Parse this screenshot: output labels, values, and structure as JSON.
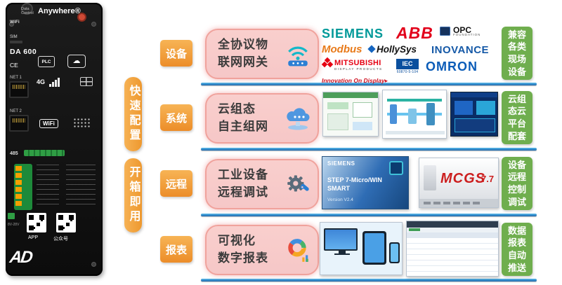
{
  "device": {
    "brand_top": "Data Control",
    "brand": "Anywhere®",
    "wifi_top": "WiFi",
    "sim": "SIM",
    "model": "DA 600",
    "ce": "CE",
    "plc": "PLC",
    "net1": "NET 1",
    "g4": "4G",
    "net2": "NET 2",
    "wifi_mid": "WiFi",
    "rs485": "485",
    "power": "8V-28V",
    "app": "APP",
    "wechat": "公众号",
    "logo": "AD"
  },
  "ribbon": {
    "top": "快速配置",
    "bottom": "开箱即用"
  },
  "rows": [
    {
      "category": "设备",
      "feature_line1": "全协议物",
      "feature_line2": "联网网关",
      "benefit": "兼容各类现场设备",
      "logos": {
        "siemens": "SIEMENS",
        "abb": "ABB",
        "opc": "OPC",
        "opc_sub": "FOUNDATION",
        "modbus": "Modbus",
        "hollysys": "HollySys",
        "inovance": "INOVANCE",
        "mitsubishi": "MITSUBISHI",
        "mitsubishi_sub": "DISPLAY PRODUCTS",
        "iec": "IEC",
        "iec_sub": "60870-5-104",
        "omron": "OMRON",
        "tagline": "Innovation On Display▸"
      }
    },
    {
      "category": "系统",
      "feature_line1": "云组态",
      "feature_line2": "自主组网",
      "benefit": "云组态云平台配套"
    },
    {
      "category": "远程",
      "feature_line1": "工业设备",
      "feature_line2": "远程调试",
      "benefit": "设备远程控制调试",
      "screens": {
        "step7_brand": "SIEMENS",
        "step7_title": "STEP 7-Micro/WIN SMART",
        "step7_version": "Version V2.4",
        "mcgs_name": "MCGS",
        "mcgs_version": "7.7"
      }
    },
    {
      "category": "报表",
      "feature_line1": "可视化",
      "feature_line2": "数字报表",
      "benefit": "数据报表自动推送"
    }
  ]
}
